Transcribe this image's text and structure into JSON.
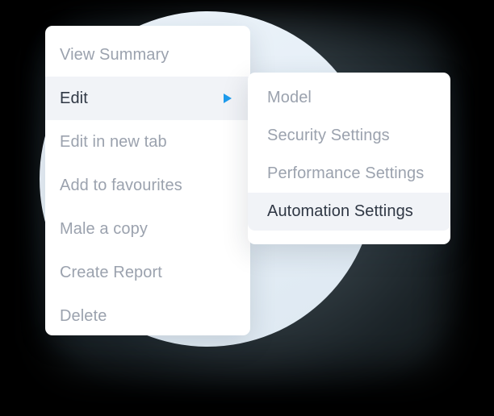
{
  "theme": {
    "panel_background": "#ffffff",
    "highlight_background": "#f1f3f7",
    "muted_text": "#9ba2ae",
    "active_text": "#2f3744",
    "accent": "#1e9bec",
    "backdrop": "#000000",
    "circle_fill": "#e8f0f8"
  },
  "context_menu": {
    "name": "context-menu",
    "items": [
      {
        "label": "View Summary",
        "state": "normal",
        "has_submenu": false
      },
      {
        "label": "Edit",
        "state": "selected",
        "has_submenu": true,
        "arrow_icon": "chevron-right-icon"
      },
      {
        "label": "Edit in new tab",
        "state": "normal",
        "has_submenu": false
      },
      {
        "label": "Add to favourites",
        "state": "normal",
        "has_submenu": false
      },
      {
        "label": "Male a copy",
        "state": "normal",
        "has_submenu": false
      },
      {
        "label": "Create Report",
        "state": "normal",
        "has_submenu": false
      },
      {
        "label": "Delete",
        "state": "normal",
        "has_submenu": false
      }
    ]
  },
  "submenu": {
    "name": "edit-submenu",
    "parent": "Edit",
    "items": [
      {
        "label": "Model",
        "state": "normal"
      },
      {
        "label": "Security Settings",
        "state": "normal"
      },
      {
        "label": "Performance Settings",
        "state": "normal"
      },
      {
        "label": "Automation Settings",
        "state": "selected"
      }
    ]
  }
}
